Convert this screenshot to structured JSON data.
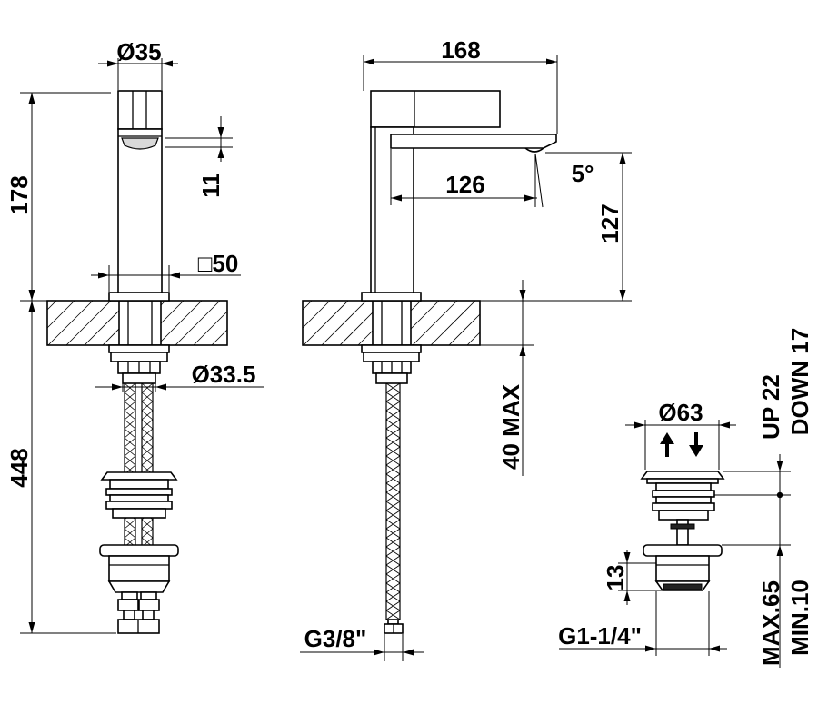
{
  "line_color": "#000000",
  "background": "#ffffff",
  "front_view": {
    "top_diameter": "Ø35",
    "upper_height": "178",
    "small_offset": "11",
    "base_size": "□50",
    "shank_diameter": "Ø33.5",
    "lower_length": "448"
  },
  "side_view": {
    "width": "168",
    "reach": "126",
    "angle": "5°",
    "spout_height": "127",
    "thickness": "40 MAX",
    "thread": "G3/8\""
  },
  "drain_view": {
    "diameter": "Ø63",
    "up": "UP 22",
    "down": "DOWN 17",
    "thread_height": "13",
    "max": "MAX.65",
    "min": "MIN.10",
    "thread": "G1-1/4\""
  },
  "icons": {
    "up_arrow": "arrow-up-icon",
    "down_arrow": "arrow-down-icon"
  }
}
